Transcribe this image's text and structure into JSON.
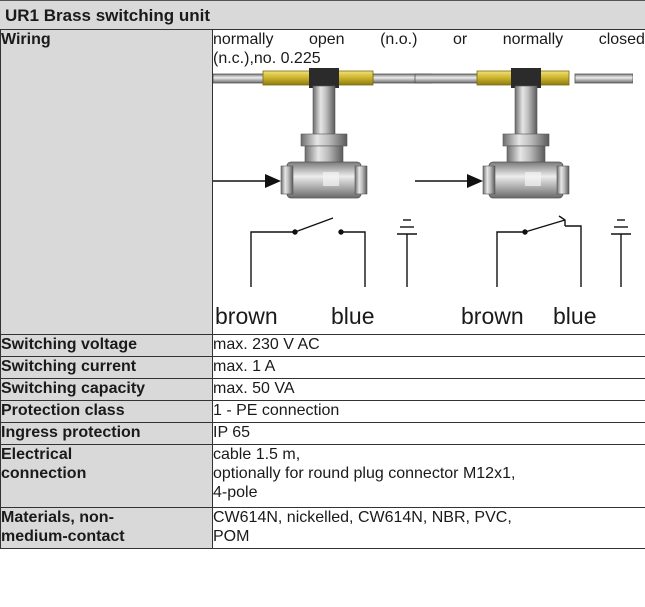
{
  "title": "UR1 Brass switching unit",
  "wiring": {
    "label": "Wiring",
    "line1_words": [
      "normally",
      "open",
      "(n.o.)",
      "or",
      "normally",
      "closed"
    ],
    "line2": "(n.c.),no. 0.225",
    "left_labels": {
      "a": "brown",
      "b": "blue"
    },
    "right_labels": {
      "a": "brown",
      "b": "blue"
    }
  },
  "rows": [
    {
      "label": "Switching voltage",
      "value": "max. 230 V AC"
    },
    {
      "label": "Switching current",
      "value": "max. 1 A"
    },
    {
      "label": "Switching capacity",
      "value": "max. 50 VA"
    },
    {
      "label": "Protection class",
      "value": "1 - PE connection"
    },
    {
      "label": "Ingress protection",
      "value": "IP 65"
    }
  ],
  "electrical": {
    "label_lines": [
      "Electrical",
      "connection"
    ],
    "value_lines": [
      "cable 1.5 m,",
      "optionally for round plug connector M12x1,",
      "4-pole"
    ]
  },
  "materials": {
    "label_lines": [
      "Materials, non-",
      "medium-contact"
    ],
    "value_lines": [
      "CW614N, nickelled, CW614N, NBR, PVC,",
      "POM"
    ]
  },
  "colors": {
    "label_bg": "#d9d9d9",
    "border": "#333333",
    "brass": "#d8c332"
  }
}
